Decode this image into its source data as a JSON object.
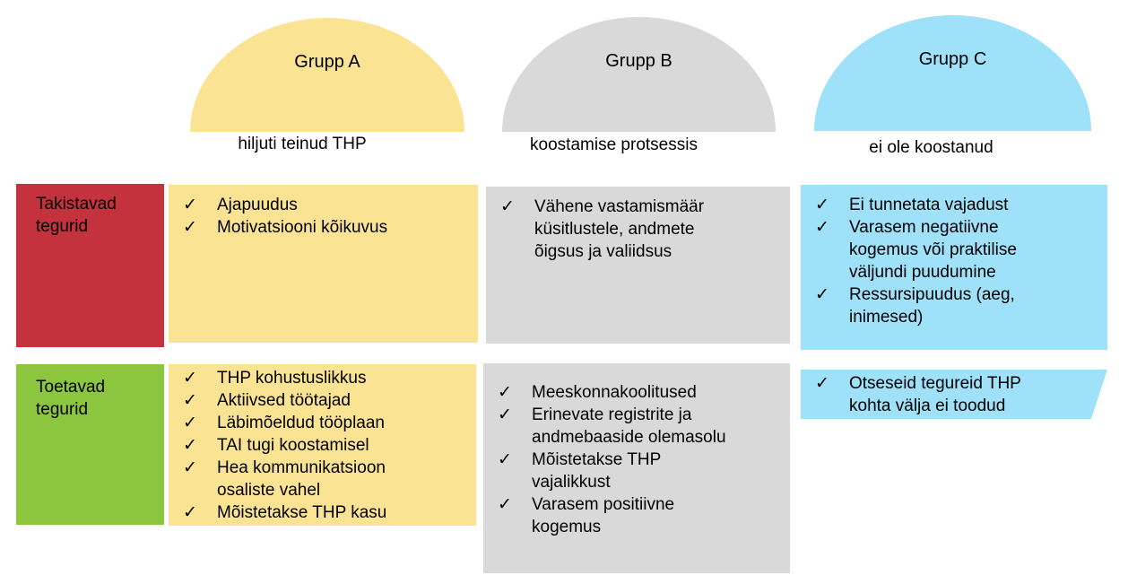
{
  "check": "✓",
  "groups": [
    {
      "name": "Grupp A",
      "description": "hiljuti teinud THP",
      "color": "#FAE393"
    },
    {
      "name": "Grupp B",
      "description": "koostamise protsessis",
      "color": "#D9D9D9"
    },
    {
      "name": "Grupp C",
      "description": "ei ole koostanud",
      "color": "#9EE1F9"
    }
  ],
  "rows": [
    {
      "label": "Takistavad tegurid",
      "color": "#C3323D",
      "cells": [
        {
          "items": [
            "Ajapuudus",
            "Motivatsiooni kõikuvus"
          ]
        },
        {
          "items": [
            "Vähene vastamismäär küsitlustele, andmete õigsus ja valiidsus"
          ]
        },
        {
          "items": [
            "Ei tunnetata vajadust",
            "Varasem negatiivne kogemus või praktilise väljundi puudumine",
            "Ressursipuudus (aeg, inimesed)"
          ]
        }
      ]
    },
    {
      "label": "Toetavad tegurid",
      "color": "#8CC63F",
      "cells": [
        {
          "items": [
            "THP kohustuslikkus",
            "Aktiivsed töötajad",
            "Läbimõeldud tööplaan",
            "TAI tugi koostamisel",
            "Hea kommunikatsioon osaliste vahel",
            "Mõistetakse THP kasu"
          ]
        },
        {
          "items": [
            "Meeskonnakoolitused",
            "Erinevate registrite ja andmebaaside olemasolu",
            "Mõistetakse THP vajalikkust",
            "Varasem positiivne kogemus"
          ]
        },
        {
          "items": [
            "Otseseid tegureid THP kohta välja ei toodud"
          ]
        }
      ]
    }
  ],
  "colors": {
    "background": "#FFFFFF",
    "text": "#000000"
  }
}
